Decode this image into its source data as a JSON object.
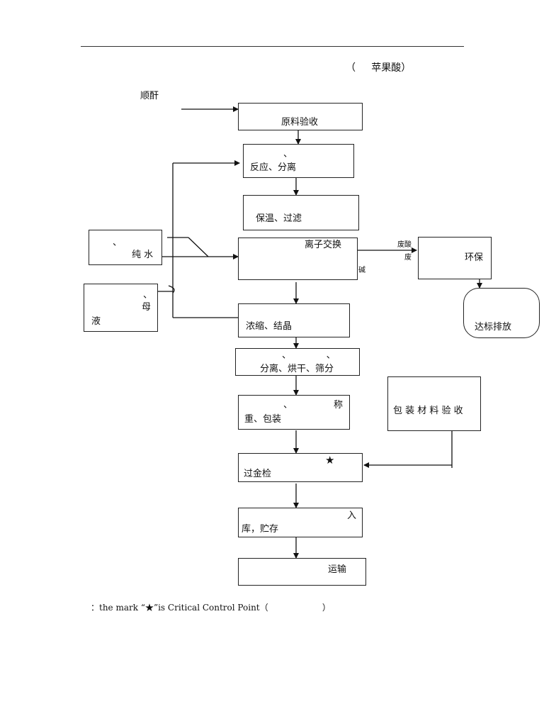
{
  "title": "（     苹果酸）",
  "input_label": "顺酐",
  "steps": {
    "raw_material": "原料验收",
    "reaction_mark": "、",
    "reaction": "反应、分离",
    "insulation": "保温、过滤",
    "ion_exchange": "离子交换",
    "concentration": "浓缩、结晶",
    "separation_marks": "、            、",
    "separation": "分离、烘干、筛分",
    "weigh_mark": "、",
    "weigh_top": "称",
    "weigh": "重、包装",
    "metal_detect_star": "★",
    "metal_detect": "过金检",
    "storage_top": "入",
    "storage": "库，贮存",
    "transport": "运输"
  },
  "side": {
    "pure_water_mark": "、",
    "pure_water": "纯 水",
    "mother_liquor_mark": "、",
    "mother_liquor_1": "母",
    "mother_liquor_2": "液",
    "waste_1": "废酸",
    "waste_2": "废",
    "waste_3": "碱",
    "env": "环保",
    "discharge": "达标排放",
    "packaging": "包 装 材 料 验 收"
  },
  "footnote": "：the mark “★”is Critical Control Point（                    ）"
}
